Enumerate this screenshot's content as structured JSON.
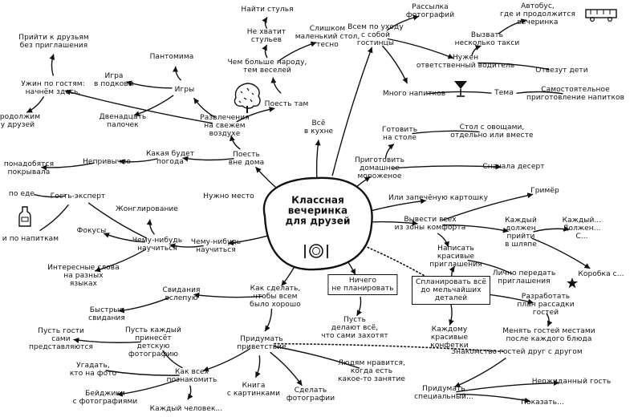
{
  "center": {
    "text": "Классная\nвечеринка\nдля друзей"
  },
  "nodes": {
    "find_chairs": "Найти стулья",
    "not_enough_chairs": "Не хватит\nстульев",
    "small_table": "Слишком\nмаленький стол,\nтесно",
    "more_people": "Чем больше народу,\nтем веселей",
    "eat_there": "Поесть там",
    "fresh_air": "Развлечения\nна свежем\nвоздухе",
    "eat_out": "Поесть\nвне дома",
    "in_kitchen": "Всё\nв кухне",
    "guests_pay": "Всем по уходу\nс собой\nгостинцы",
    "photo_mail": "Рассылка\nфотографий",
    "bus": "Автобус,\nгде и продолжится\nвечеринка",
    "call_taxi": "Вызвать\nнесколько такси",
    "sober_driver": "Нужен\nответственный водитель",
    "drive_kids": "Отвезут дети",
    "many_drinks": "Много напитков",
    "theme": "Тема",
    "self_drinks": "Самостоятельное\nприготовление напитков",
    "cook_table": "Готовить\nна столе",
    "veg_table": "Стол с овощами,\nотдельно или вместе",
    "homemade_ice": "Приготовить\nдомашнее\nмороженое",
    "dessert_first": "Сначала десерт",
    "baked_potato": "Или запечёную картошку",
    "makeup": "Гримёр",
    "everyone_hat": "Каждый\nдолжен\nприйти\nв шляпе",
    "everyone_must": "Каждый...\nДолжен...\nС...",
    "take_out": "Вывести всех\nиз зоны комфорта",
    "write_invites": "Написать\nкрасивые\nприглашения",
    "personal_invites": "Лично передать\nприглашения",
    "box": "Коробка с...",
    "plan_details": "Спланировать всё\nдо мельчайших\nдеталей",
    "seating_plan": "Разработать\nплан рассадки\nгостей",
    "swap_guests": "Менять гостей местами\nпосле каждого блюда",
    "each_candy": "Каждому\nкрасивые\nконфетки",
    "nothing_plan": "Ничего\nне планировать",
    "guests_do": "Пусть\nделают всё,\nчто сами захотят",
    "people_like": "Людям нравится,\nкогда есть\nкакое-то занятие",
    "know_each": "Знакомство гостей друг с другом",
    "special_one": "Придумать\nспециальный...",
    "unexpected_guest": "Неожиданный гость",
    "show": "Показать...",
    "make_photos": "Сделать\nфотографии",
    "book_pics": "Книга\nс картинками",
    "invent_greeting": "Придумать\nприветствие",
    "how_meet": "Как всех\nпознакомить",
    "everyone_person": "Каждый человек...",
    "badges": "Бейджики\nс фотографиями",
    "guess_photo": "Угадать,\nкто на фото",
    "bring_kid_photo": "Пусть каждый\nпринесёт\nдетскую\nфотографию",
    "guests_introduce": "Пусть гости\nсами\nпредставляются",
    "quick_dates": "Быстрые\nсвидания",
    "dates_blind": "Свидания\nвслепую",
    "how_good": "Как сделать,\nчтобы всем\nбыло хорошо",
    "learn_something": "Чему-нибудь\nнаучиться",
    "learn_something2": "Чему-нибудь\nнаучиться",
    "interesting_words": "Интересные слова\nна разных\nязыках",
    "juggling": "Жонглирование",
    "tricks": "Фокусы",
    "guest_expert": "Гость-эксперт",
    "food_expert": "по еде",
    "drink_expert": "и по напиткам",
    "need_place": "Нужно место",
    "what_weather": "Какая будет\nпогода",
    "unusual": "Непривычно",
    "blanket": "понадобятся\nпокрывала",
    "games": "Игры",
    "pantomime": "Пантомима",
    "horseshoes": "Игра\nв подковы",
    "twelve_sticks": "Двенадцать\nпалочек",
    "dinner_guests": "Ужин по гостям:\nначнём здесь,",
    "continue_friends": "продолжим\nу друзей",
    "come_uninvited": "Прийти к друзьям\nбез приглашения"
  },
  "icons": [
    "plate-cutlery-icon",
    "tree-icon",
    "cocktail-icon",
    "bus-icon",
    "bottle-icon",
    "star-icon"
  ],
  "colors": {
    "ink": "#111111",
    "paper": "#ffffff"
  }
}
